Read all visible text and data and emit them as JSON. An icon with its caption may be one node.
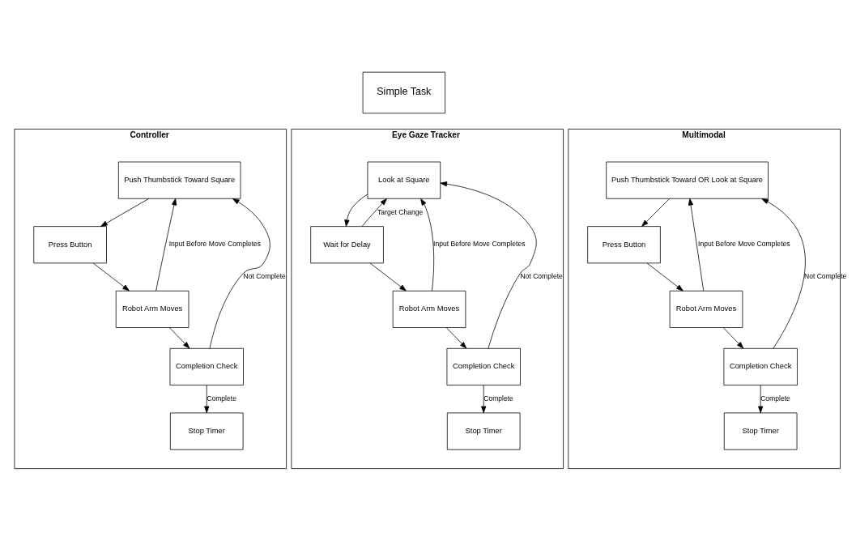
{
  "diagram": {
    "nodes": [
      {
        "text": [
          "Simple Task"
        ]
      },
      {
        "text": [
          "Controller"
        ]
      },
      {
        "text": [
          "Push Thumbstick Toward Square"
        ],
        "in": 1
      },
      {
        "text": [
          "Press Button"
        ],
        "in": 1
      },
      {
        "text": [
          "Robot Arm Moves"
        ],
        "in": 1
      },
      {
        "text": [
          "Completion Check"
        ],
        "in": 1
      },
      {
        "text": [
          "Stop Timer"
        ],
        "in": 1
      },
      {
        "text": [
          "Eye Gaze Tracker"
        ]
      },
      {
        "text": [
          "Look at Square"
        ],
        "in": 7
      },
      {
        "text": [
          "Wait for Delay"
        ],
        "in": 7
      },
      {
        "text": [
          "Robot Arm Moves"
        ],
        "in": 7
      },
      {
        "text": [
          "Completion Check"
        ],
        "in": 7
      },
      {
        "text": [
          "Stop Timer"
        ],
        "in": 7
      },
      {
        "text": [
          "Multimodal"
        ]
      },
      {
        "text": [
          "Push Thumbstick Toward OR Look at Square"
        ],
        "in": 13
      },
      {
        "text": [
          "Press Button"
        ],
        "in": 13
      },
      {
        "text": [
          "Robot Arm Moves"
        ],
        "in": 13
      },
      {
        "text": [
          "Completion Check"
        ],
        "in": 13
      },
      {
        "text": [
          "Stop Timer"
        ],
        "in": 13
      }
    ],
    "edges": [
      {
        "from": 2,
        "to": 3,
        "arrow": "to"
      },
      {
        "from": 3,
        "to": 4,
        "arrow": "to"
      },
      {
        "from": 4,
        "to": 5,
        "arrow": "to"
      },
      {
        "from": 4,
        "to": 2,
        "arrow": "to",
        "label": "Input Before Move Completes"
      },
      {
        "from": 5,
        "to": 2,
        "arrow": "to",
        "label": "Not Complete"
      },
      {
        "from": 5,
        "to": 6,
        "arrow": "to",
        "label": "Complete"
      },
      {
        "from": 8,
        "to": 9,
        "arrow": "to"
      },
      {
        "from": 9,
        "to": 10,
        "arrow": "to"
      },
      {
        "from": 10,
        "to": 11,
        "arrow": "to"
      },
      {
        "from": 9,
        "to": 8,
        "arrow": "to",
        "label": "Target Change"
      },
      {
        "from": 10,
        "to": 8,
        "arrow": "to",
        "label": "Input Before Move Completes"
      },
      {
        "from": 11,
        "to": 8,
        "arrow": "to",
        "label": "Not Complete"
      },
      {
        "from": 11,
        "to": 12,
        "arrow": "to",
        "label": "Complete"
      },
      {
        "from": 14,
        "to": 15,
        "arrow": "to"
      },
      {
        "from": 15,
        "to": 16,
        "arrow": "to"
      },
      {
        "from": 16,
        "to": 17,
        "arrow": "to"
      },
      {
        "from": 16,
        "to": 14,
        "arrow": "to",
        "label": "Input Before Move Completes"
      },
      {
        "from": 17,
        "to": 14,
        "arrow": "to",
        "label": "Not Complete"
      },
      {
        "from": 17,
        "to": 18,
        "arrow": "to",
        "label": "Complete"
      }
    ]
  }
}
